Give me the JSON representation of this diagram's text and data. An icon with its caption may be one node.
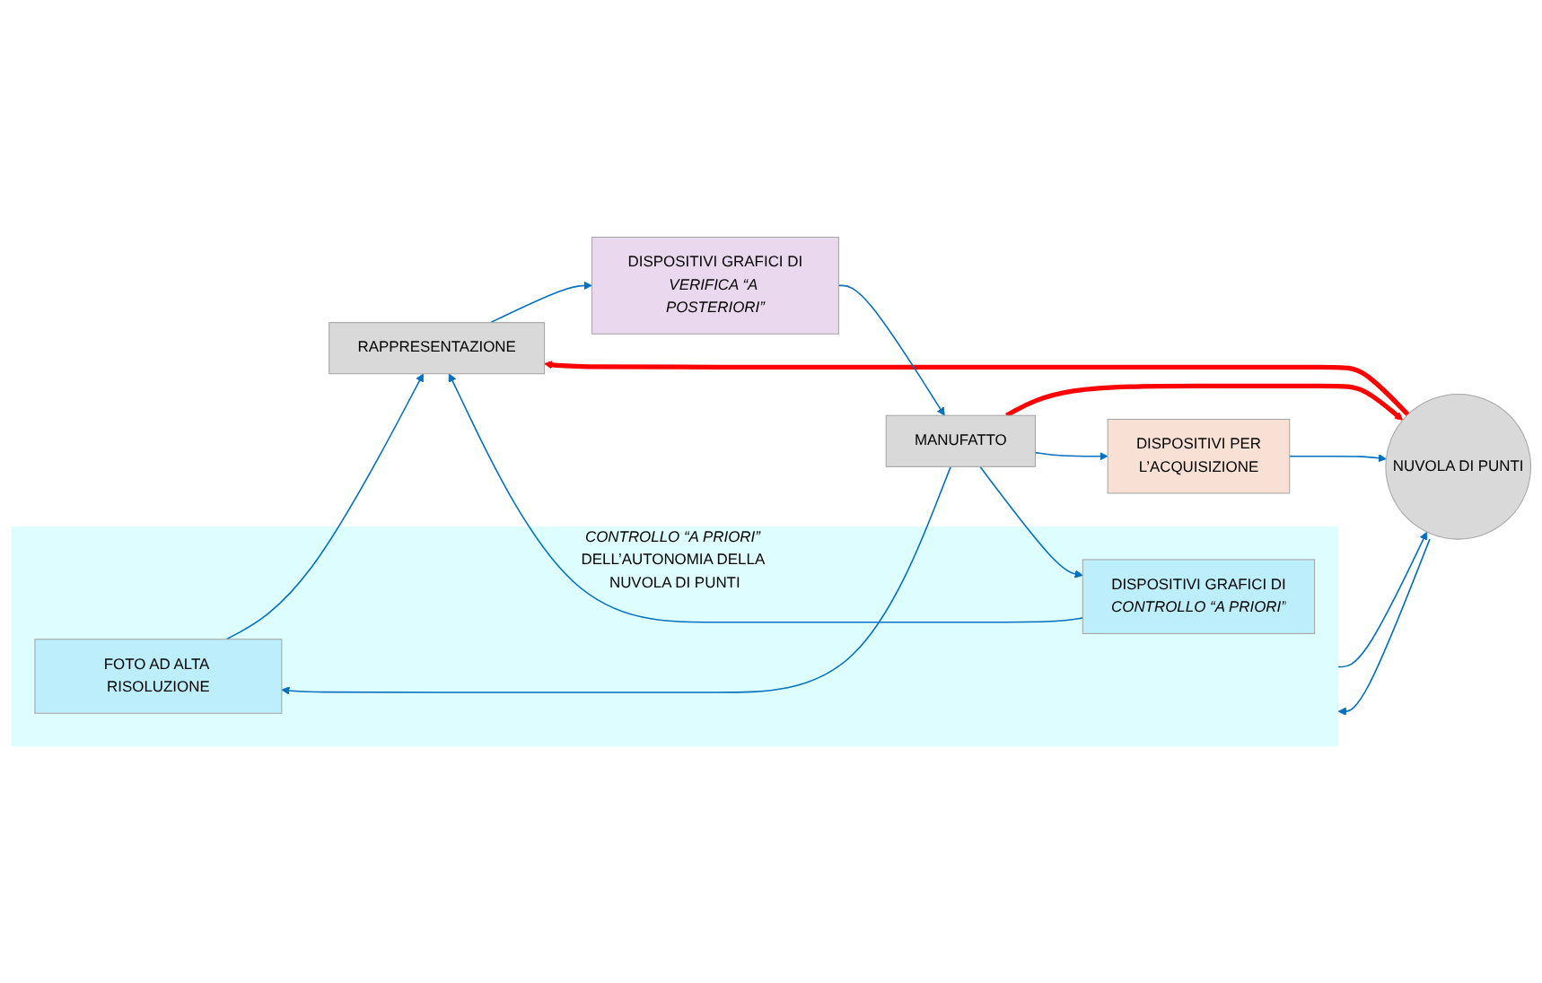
{
  "diagram": {
    "nodes": [
      {
        "text": [
          "*CONTROLLO “A PRIORI”* DELL’AUTONOMIA DELLA NUVOLA DI PUNTI"
        ]
      },
      {
        "text": [
          "FOTO AD ALTA RISOLUZIONE"
        ],
        "in": 0
      },
      {
        "text": [
          "DISPOSITIVI GRAFICI DI",
          "CONTROLLO “A PRIORI”"
        ],
        "in": 0
      },
      {
        "text": [
          "MANUFATTO"
        ]
      },
      {
        "text": [
          "NUVOLA DI PUNTI"
        ]
      },
      {
        "text": [
          "RAPPRESENTAZIONE"
        ]
      },
      {
        "text": [
          "DISPOSITIVI PER",
          "L’ACQUISIZIONE"
        ]
      },
      {
        "text": [
          "DISPOSITIVI GRAFICI DI",
          "VERIFICA “A POSTERIORI”"
        ]
      }
    ],
    "edges": [
      {
        "from": 3,
        "to": 1,
        "arrow": "to"
      },
      {
        "from": 3,
        "to": 2,
        "arrow": "to"
      },
      {
        "from": 1,
        "to": 5,
        "arrow": "to"
      },
      {
        "from": 2,
        "to": 5,
        "arrow": "to"
      },
      {
        "from": 0,
        "to": 4,
        "arrow": "to"
      },
      {
        "from": 4,
        "to": 0,
        "arrow": "to"
      },
      {
        "from": 3,
        "to": 4,
        "arrow": "to",
        "style": "thick",
        "color": "#ff0000"
      },
      {
        "from": 4,
        "to": 5,
        "arrow": "to",
        "style": "thick",
        "color": "#ff0000"
      },
      {
        "from": 3,
        "to": 6,
        "arrow": "to"
      },
      {
        "from": 6,
        "to": 4,
        "arrow": "to"
      },
      {
        "from": 5,
        "to": 7,
        "arrow": "to"
      },
      {
        "from": 7,
        "to": 3,
        "arrow": "to"
      }
    ]
  }
}
